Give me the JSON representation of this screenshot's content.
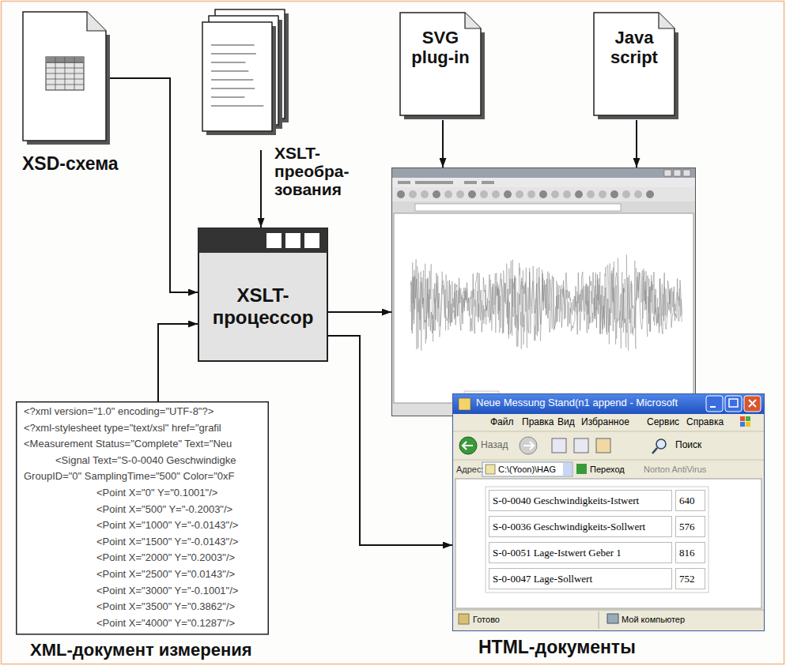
{
  "diagram": {
    "nodes": [
      {
        "text": [
          "XSD-схема"
        ]
      },
      {
        "text": [
          "XSLT- преобра- зования"
        ]
      },
      {
        "text": [
          "SVG plug-in"
        ]
      },
      {
        "text": [
          "Java script"
        ]
      },
      {
        "text": []
      },
      {
        "text": [
          "XSLT- процессор"
        ]
      },
      {
        "text": [
          "Neue Messung Stand(n1 append - Microsoft",
          "Файл",
          "Правка",
          "Вид",
          "Избранное",
          "Сервис",
          "Справка",
          "Назад",
          "Поиск",
          "Адрес:",
          "C:\\(Yoon)\\HAG",
          "Переход",
          "Norton AntiVirus",
          "S-0-0040 Geschwindigkeits-Istwert",
          "640",
          "S-0-0036 Geschwindigkeits-Sollwert",
          "576",
          "S-0-0051 Lage-Istwert Geber 1",
          "816",
          "S-0-0047 Lage-Sollwert",
          "752",
          "Готово",
          "Мой компьютер",
          "HTML-документы"
        ]
      },
      {
        "text": [
          "<?xml version=\"1.0\" encoding=\"UTF-8\"?>",
          "<?xml-stylesheet type=\"text/xsl\" href=\"grafil",
          "<Measurement Status=\"Complete\" Text=\"Neu",
          "<Signal Text=\"S-0-0040 Geschwindigke",
          "GroupID=\"0\" SamplingTime=\"500\" Color=\"0xF",
          "<Point X=\"0\" Y=\"0.1001\"/>",
          "<Point X=\"500\" Y=\"-0.2003\"/>",
          "<Point X=\"1000\" Y=\"-0.0143\"/>",
          "<Point X=\"1500\" Y=\"-0.0143\"/>",
          "<Point X=\"2000\" Y=\"0.2003\"/>",
          "<Point X=\"2500\" Y=\"0.0143\"/>",
          "<Point X=\"3000\" Y=\"-0.1001\"/>",
          "<Point X=\"3500\" Y=\"0.3862\"/>",
          "<Point X=\"4000\" Y=\"0.1287\"/>",
          "XML-документ измерения"
        ]
      }
    ],
    "edges": [
      {
        "from": 0,
        "to": 5,
        "arrow": "to"
      },
      {
        "from": 1,
        "to": 5,
        "arrow": "to"
      },
      {
        "from": 2,
        "to": 4,
        "arrow": "to"
      },
      {
        "from": 3,
        "to": 4,
        "arrow": "to"
      },
      {
        "from": 7,
        "to": 5,
        "arrow": "to"
      },
      {
        "from": 5,
        "to": 4,
        "arrow": "to"
      },
      {
        "from": 5,
        "to": 6,
        "arrow": "to"
      }
    ]
  }
}
